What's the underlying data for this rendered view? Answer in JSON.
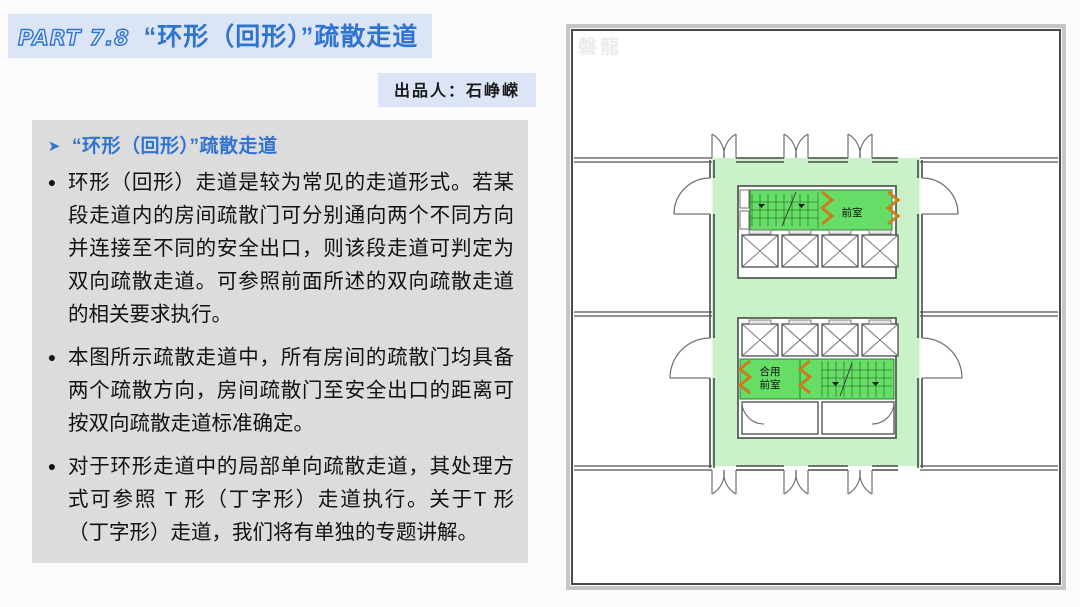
{
  "header": {
    "part_label": "PART 7.8",
    "title": "“环形（回形）”疏散走道",
    "presenter": "出品人：石峥嵘",
    "accent_color": "#2f74d0",
    "title_bg": "#dbe5f6"
  },
  "panel": {
    "bg_color": "#dcdcdc",
    "sub_heading": "“环形（回形）”疏散走道",
    "marker_icon": "arrow-right-icon",
    "bullet_icon": "bullet-dot-icon",
    "bullets": [
      "环形（回形）走道是较为常见的走道形式。若某段走道内的房间疏散门可分别通向两个不同方向并连接至不同的安全出口，则该段走道可判定为双向疏散走道。可参照前面所述的双向疏散走道的相关要求执行。",
      "本图所示疏散走道中，所有房间的疏散门均具备两个疏散方向，房间疏散门至安全出口的距离可按双向疏散走道标准确定。",
      "对于环形走道中的局部单向疏散走道，其处理方式可参照 T 形（丁字形）走道执行。关于T 形（丁字形）走道，我们将有单独的专题讲解。"
    ]
  },
  "plan": {
    "watermark": "磐龍",
    "corridor_color": "#c9f2c9",
    "core_color": "#66dd66",
    "door_color": "#c87d1e",
    "wall_color": "#6f6f6f",
    "labels": {
      "vestibule_top": "前室",
      "vestibule_bottom_line1": "合用",
      "vestibule_bottom_line2": "前室"
    }
  }
}
